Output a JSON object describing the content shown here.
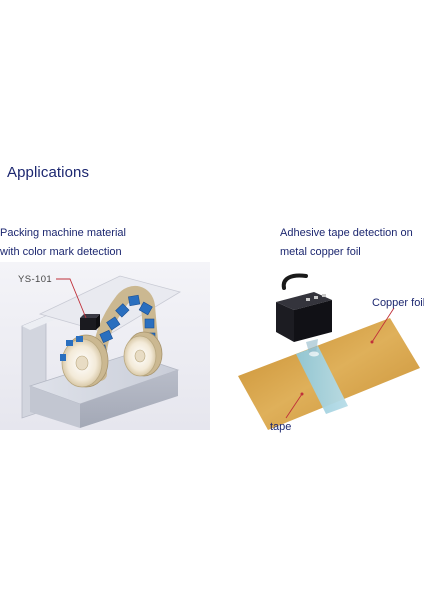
{
  "section": {
    "title": "Applications"
  },
  "left_application": {
    "caption_line1": "Packing machine material",
    "caption_line2": "with color mark detection",
    "sensor_label": "YS-101"
  },
  "right_application": {
    "caption_line1": "Adhesive tape detection on",
    "caption_line2": "metal copper foil",
    "foil_label": "Copper foil",
    "tape_label": "tape"
  },
  "colors": {
    "heading": "#1c2770",
    "label_blocks": "#2a6fbf",
    "foil": "#d8a64a"
  }
}
